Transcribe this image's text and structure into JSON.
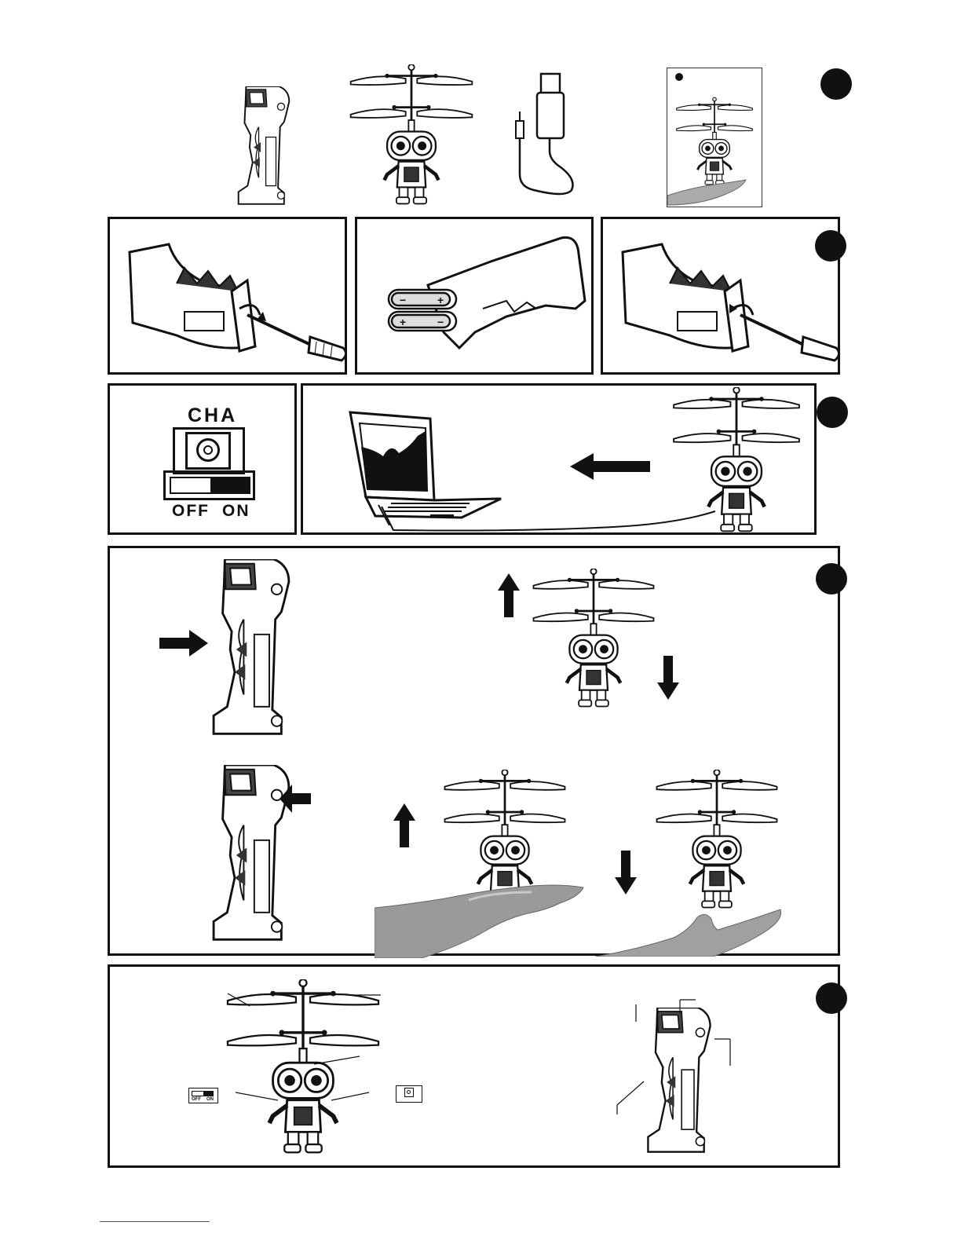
{
  "switch_panel": {
    "channel_label": "CHA",
    "off_label": "OFF",
    "on_label": "ON"
  },
  "parts_panel": {
    "mini_off_label": "OFF",
    "mini_on_label": "ON"
  }
}
